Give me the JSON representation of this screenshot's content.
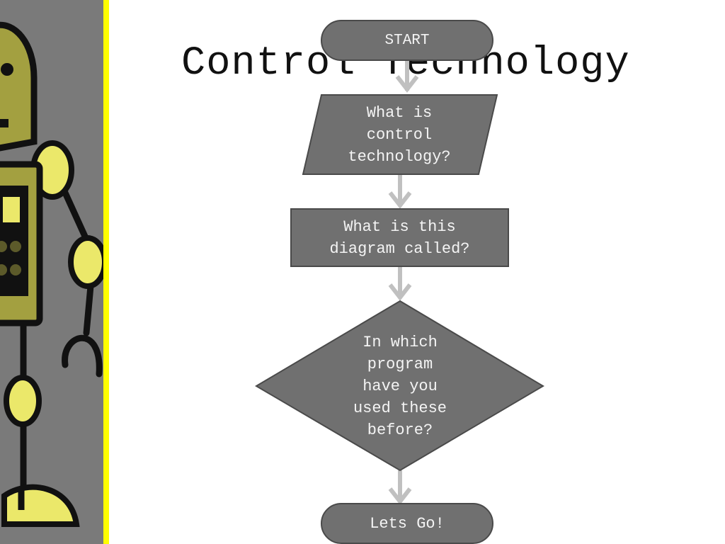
{
  "slide": {
    "title": "Control Technology"
  },
  "flowchart": {
    "start": "START",
    "step1": [
      "What is",
      "control",
      "technology?"
    ],
    "step2": [
      "What is this",
      "diagram called?"
    ],
    "decision": [
      "In which",
      "program",
      "have you",
      "used these",
      "before?"
    ],
    "end": "Lets Go!"
  },
  "colors": {
    "panel": "#7a7a7a",
    "stripe": "#ffff00",
    "node_fill": "#707070",
    "node_stroke": "#4a4a4a",
    "arrow": "#c0c0c0",
    "robot_olive": "#a3a040",
    "robot_yellow": "#ebe86a"
  },
  "icons": {
    "robot": "robot-illustration"
  }
}
